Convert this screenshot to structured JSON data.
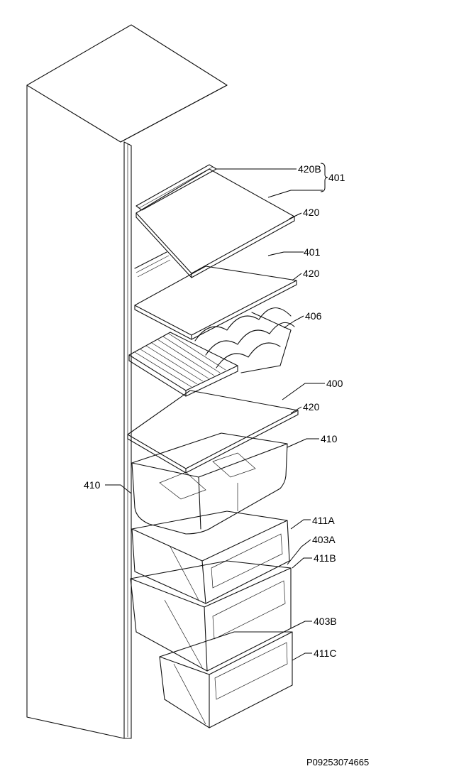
{
  "labels": {
    "l_420B": "420B",
    "l_401a": "401",
    "l_420a": "420",
    "l_401b": "401",
    "l_420b": "420",
    "l_406": "406",
    "l_400": "400",
    "l_420c": "420",
    "l_410r": "410",
    "l_410l": "410",
    "l_411A": "411A",
    "l_403A": "403A",
    "l_411B": "411B",
    "l_403B": "403B",
    "l_411C": "411C"
  },
  "drawing_code": "P09253074665"
}
